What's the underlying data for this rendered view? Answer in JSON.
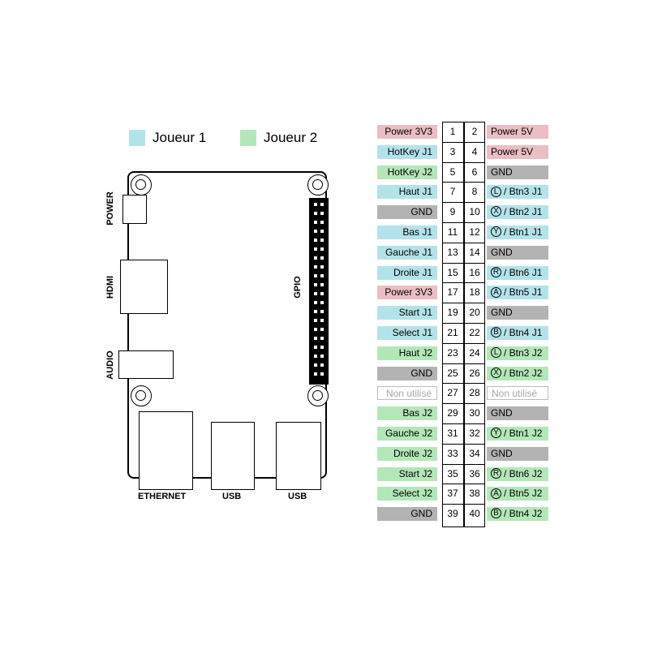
{
  "legend": [
    {
      "label": "Joueur 1",
      "color": "#b3e3ea"
    },
    {
      "label": "Joueur 2",
      "color": "#b3e7b8"
    }
  ],
  "ports": {
    "power": "POWER",
    "hdmi": "HDMI",
    "audio": "AUDIO",
    "gpio": "GPIO",
    "ethernet": "ETHERNET",
    "usb1": "USB",
    "usb2": "USB"
  },
  "colors": {
    "player1": "#b3e3ea",
    "player2": "#b3e7b8",
    "power": "#eabec3",
    "ground": "#b3b3b3",
    "unused": "#ffffff"
  },
  "rows": [
    {
      "left": {
        "text": "Power 3V3",
        "kind": "pow"
      },
      "pin_left": "1",
      "pin_right": "2",
      "right": {
        "text": "Power 5V",
        "kind": "pow"
      }
    },
    {
      "left": {
        "text": "HotKey J1",
        "kind": "p1"
      },
      "pin_left": "3",
      "pin_right": "4",
      "right": {
        "text": "Power 5V",
        "kind": "pow"
      }
    },
    {
      "left": {
        "text": "HotKey J2",
        "kind": "p2"
      },
      "pin_left": "5",
      "pin_right": "6",
      "right": {
        "text": "GND",
        "kind": "gnd"
      }
    },
    {
      "left": {
        "text": "Haut J1",
        "kind": "p1"
      },
      "pin_left": "7",
      "pin_right": "8",
      "right": {
        "text": "/ Btn3 J1",
        "kind": "p1",
        "button": "L"
      }
    },
    {
      "left": {
        "text": "GND",
        "kind": "gnd"
      },
      "pin_left": "9",
      "pin_right": "10",
      "right": {
        "text": "/ Btn2 J1",
        "kind": "p1",
        "button": "X"
      }
    },
    {
      "left": {
        "text": "Bas J1",
        "kind": "p1"
      },
      "pin_left": "11",
      "pin_right": "12",
      "right": {
        "text": "/ Btn1 J1",
        "kind": "p1",
        "button": "Y"
      }
    },
    {
      "left": {
        "text": "Gauche J1",
        "kind": "p1"
      },
      "pin_left": "13",
      "pin_right": "14",
      "right": {
        "text": "GND",
        "kind": "gnd"
      }
    },
    {
      "left": {
        "text": "Droite J1",
        "kind": "p1"
      },
      "pin_left": "15",
      "pin_right": "16",
      "right": {
        "text": "/ Btn6 J1",
        "kind": "p1",
        "button": "R"
      }
    },
    {
      "left": {
        "text": "Power 3V3",
        "kind": "pow"
      },
      "pin_left": "17",
      "pin_right": "18",
      "right": {
        "text": "/ Btn5 J1",
        "kind": "p1",
        "button": "A"
      }
    },
    {
      "left": {
        "text": "Start J1",
        "kind": "p1"
      },
      "pin_left": "19",
      "pin_right": "20",
      "right": {
        "text": "GND",
        "kind": "gnd"
      }
    },
    {
      "left": {
        "text": "Select J1",
        "kind": "p1"
      },
      "pin_left": "21",
      "pin_right": "22",
      "right": {
        "text": "/ Btn4 J1",
        "kind": "p1",
        "button": "B"
      }
    },
    {
      "left": {
        "text": "Haut J2",
        "kind": "p2"
      },
      "pin_left": "23",
      "pin_right": "24",
      "right": {
        "text": "/ Btn3 J2",
        "kind": "p2",
        "button": "L"
      }
    },
    {
      "left": {
        "text": "GND",
        "kind": "gnd"
      },
      "pin_left": "25",
      "pin_right": "26",
      "right": {
        "text": "/ Btn2 J2",
        "kind": "p2",
        "button": "X"
      }
    },
    {
      "left": {
        "text": "Non utilisé",
        "kind": "na"
      },
      "pin_left": "27",
      "pin_right": "28",
      "right": {
        "text": "Non utilisé",
        "kind": "na"
      }
    },
    {
      "left": {
        "text": "Bas  J2",
        "kind": "p2"
      },
      "pin_left": "29",
      "pin_right": "30",
      "right": {
        "text": "GND",
        "kind": "gnd"
      }
    },
    {
      "left": {
        "text": "Gauche J2",
        "kind": "p2"
      },
      "pin_left": "31",
      "pin_right": "32",
      "right": {
        "text": "/ Btn1 J2",
        "kind": "p2",
        "button": "Y"
      }
    },
    {
      "left": {
        "text": "Droite J2",
        "kind": "p2"
      },
      "pin_left": "33",
      "pin_right": "34",
      "right": {
        "text": "GND",
        "kind": "gnd"
      }
    },
    {
      "left": {
        "text": "Start J2",
        "kind": "p2"
      },
      "pin_left": "35",
      "pin_right": "36",
      "right": {
        "text": "/ Btn6 J2",
        "kind": "p2",
        "button": "R"
      }
    },
    {
      "left": {
        "text": "Select J2",
        "kind": "p2"
      },
      "pin_left": "37",
      "pin_right": "38",
      "right": {
        "text": "/ Btn5 J2",
        "kind": "p2",
        "button": "A"
      }
    },
    {
      "left": {
        "text": "GND",
        "kind": "gnd"
      },
      "pin_left": "39",
      "pin_right": "40",
      "right": {
        "text": "/ Btn4 J2",
        "kind": "p2",
        "button": "B"
      }
    }
  ]
}
